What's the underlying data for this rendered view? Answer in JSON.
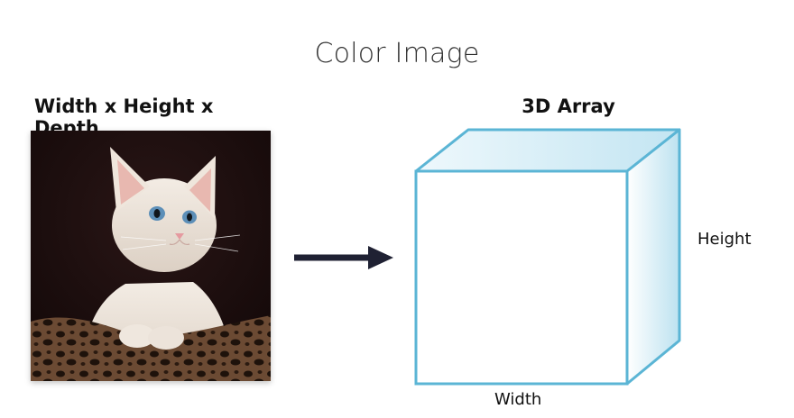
{
  "title": "Color Image",
  "left": {
    "heading": "Width x Height x Depth",
    "image_subject": "kitten-photo"
  },
  "right": {
    "heading": "3D Array",
    "height_label": "Height",
    "width_label": "Width"
  },
  "colors": {
    "cube_stroke": "#5bb5d5",
    "cube_fill_light": "#e6f4fa",
    "cube_fill_mid": "#b9e0ef",
    "arrow": "#1f2133",
    "photo_bg": "#1a0e0e"
  }
}
